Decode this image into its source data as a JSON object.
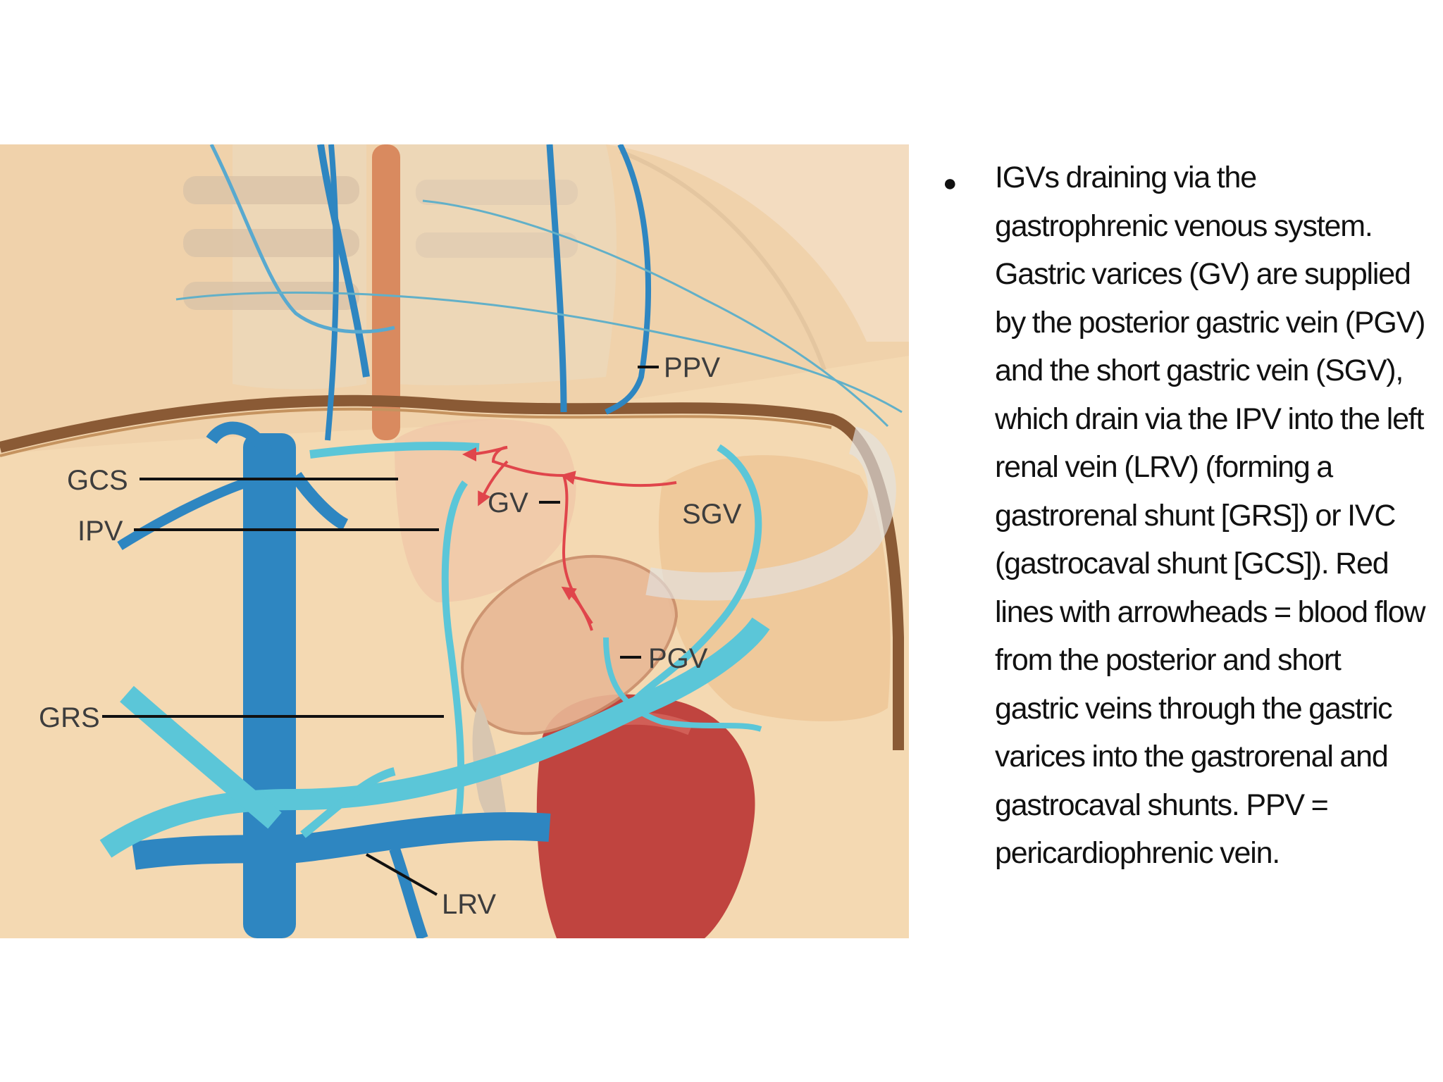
{
  "diagram": {
    "labels": {
      "ppv": "PPV",
      "gcs": "GCS",
      "ipv": "IPV",
      "gv": "GV",
      "sgv": "SGV",
      "pgv": "PGV",
      "grs": "GRS",
      "lrv": "LRV"
    },
    "colors": {
      "background": "#f4d9b2",
      "vein": "#2e86c1",
      "vein_light": "#5bc6d8",
      "diaphragm": "#8a5a35",
      "kidney": "#c0443f",
      "flow_arrow": "#e0454b",
      "stomach": "#f0c8a8"
    }
  },
  "caption": {
    "text": "IGVs draining via the gastrophrenic venous system. Gastric varices (GV) are supplied by the posterior gastric vein (PGV) and the short gastric vein (SGV), which drain via the IPV into the left renal vein (LRV) (forming a gastrorenal shunt [GRS]) or IVC (gastrocaval shunt [GCS]). Red lines with arrowheads = blood flow from the posterior and short gastric veins through the gastric varices into the gastrorenal and gastrocaval shunts. PPV = pericardiophrenic vein."
  }
}
